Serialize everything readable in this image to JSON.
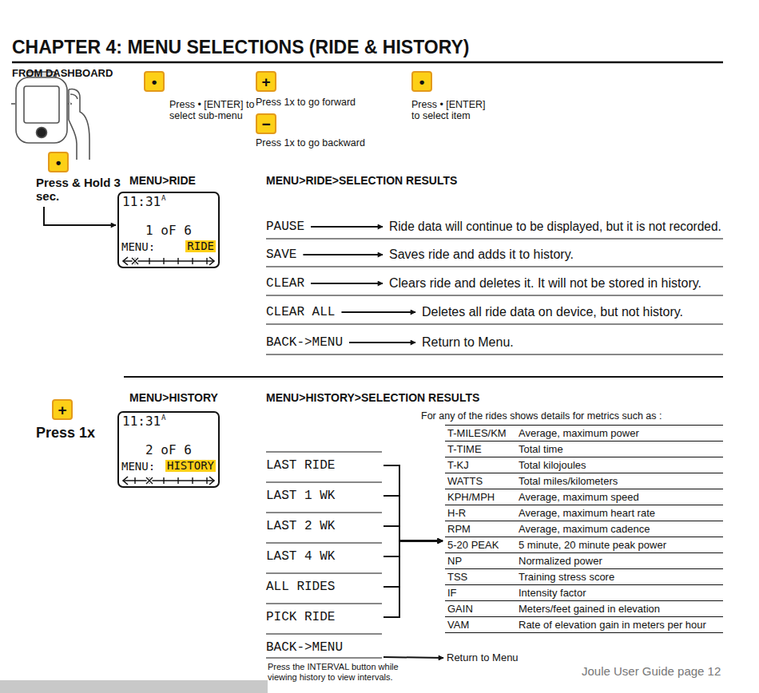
{
  "diagram": {
    "title": "CHAPTER 4: MENU SELECTIONS (RIDE & HISTORY)",
    "nodes": [
      {
        "text": [
          "•"
        ]
      },
      {
        "text": [
          "+"
        ]
      },
      {
        "text": [
          "−"
        ]
      },
      {
        "text": [
          "•"
        ]
      },
      {
        "text": [
          "•",
          "Press & Hold 3 sec."
        ]
      },
      {
        "text": [
          "11:31",
          "A",
          "1 oF 6",
          "MENU:",
          "RIDE"
        ]
      },
      {
        "text": [
          "PAUSE"
        ]
      },
      {
        "text": [
          "Ride data will continue to be displayed, but it is not recorded."
        ]
      },
      {
        "text": [
          "SAVE"
        ]
      },
      {
        "text": [
          "Saves ride and adds it to history."
        ]
      },
      {
        "text": [
          "CLEAR"
        ]
      },
      {
        "text": [
          "Clears ride and deletes it. It will not be stored in history."
        ]
      },
      {
        "text": [
          "CLEAR ALL"
        ]
      },
      {
        "text": [
          "Deletes all ride data on device, but not history."
        ]
      },
      {
        "text": [
          "BACK->MENU"
        ]
      },
      {
        "text": [
          "Return to Menu."
        ]
      },
      {
        "text": [
          "+",
          "Press 1x"
        ]
      },
      {
        "text": [
          "11:31",
          "A",
          "2 oF 6",
          "MENU:",
          "HISTORY"
        ]
      },
      {
        "text": [
          "LAST RIDE"
        ]
      },
      {
        "text": [
          "LAST 1 WK"
        ]
      },
      {
        "text": [
          "LAST 2 WK"
        ]
      },
      {
        "text": [
          "LAST 4 WK"
        ]
      },
      {
        "text": [
          "ALL RIDES"
        ]
      },
      {
        "text": [
          "PICK RIDE"
        ]
      },
      {
        "text": [
          "BACK->MENU"
        ]
      },
      {
        "text": [
          "T-MILES/KM",
          "Average, maximum power",
          "T-TIME",
          "Total time",
          "T-KJ",
          "Total kilojoules",
          "WATTS",
          "Total miles/kilometers",
          "KPH/MPH",
          "Average, maximum speed",
          "H-R",
          "Average, maximum heart rate",
          "RPM",
          "Average, maximum cadence",
          "5-20 PEAK",
          "5 minute, 20 minute peak power",
          "NP",
          "Normalized power",
          "TSS",
          "Training stress score",
          "IF",
          "Intensity factor",
          "GAIN",
          "Meters/feet gained in elevation",
          "VAM",
          "Rate of elevation gain in meters per hour"
        ]
      },
      {
        "text": [
          "Return to Menu"
        ]
      }
    ],
    "edges": [
      {
        "from": 4,
        "to": 5,
        "arrow": "to"
      },
      {
        "from": 6,
        "to": 7,
        "arrow": "to"
      },
      {
        "from": 8,
        "to": 9,
        "arrow": "to"
      },
      {
        "from": 10,
        "to": 11,
        "arrow": "to"
      },
      {
        "from": 12,
        "to": 13,
        "arrow": "to"
      },
      {
        "from": 14,
        "to": 15,
        "arrow": "to"
      },
      {
        "from": 18,
        "to": 25,
        "arrow": "to"
      },
      {
        "from": 19,
        "to": 25,
        "arrow": "to"
      },
      {
        "from": 20,
        "to": 25,
        "arrow": "to"
      },
      {
        "from": 21,
        "to": 25,
        "arrow": "to"
      },
      {
        "from": 22,
        "to": 25,
        "arrow": "to"
      },
      {
        "from": 23,
        "to": 25,
        "arrow": "to"
      },
      {
        "from": 24,
        "to": 26,
        "arrow": "to"
      }
    ],
    "labels": [
      "FROM DASHBOARD",
      "Press • [ENTER] to select sub-menu",
      "Press 1x to go forward",
      "Press 1x to go backward",
      "Press • [ENTER] to select item",
      "MENU>RIDE",
      "MENU>RIDE>SELECTION RESULTS",
      "MENU>HISTORY",
      "MENU>HISTORY>SELECTION RESULTS",
      "For any of the rides shows details for metrics such as :",
      "Press the INTERVAL button while viewing history to view intervals.",
      "Joule User Guide page 12"
    ]
  }
}
